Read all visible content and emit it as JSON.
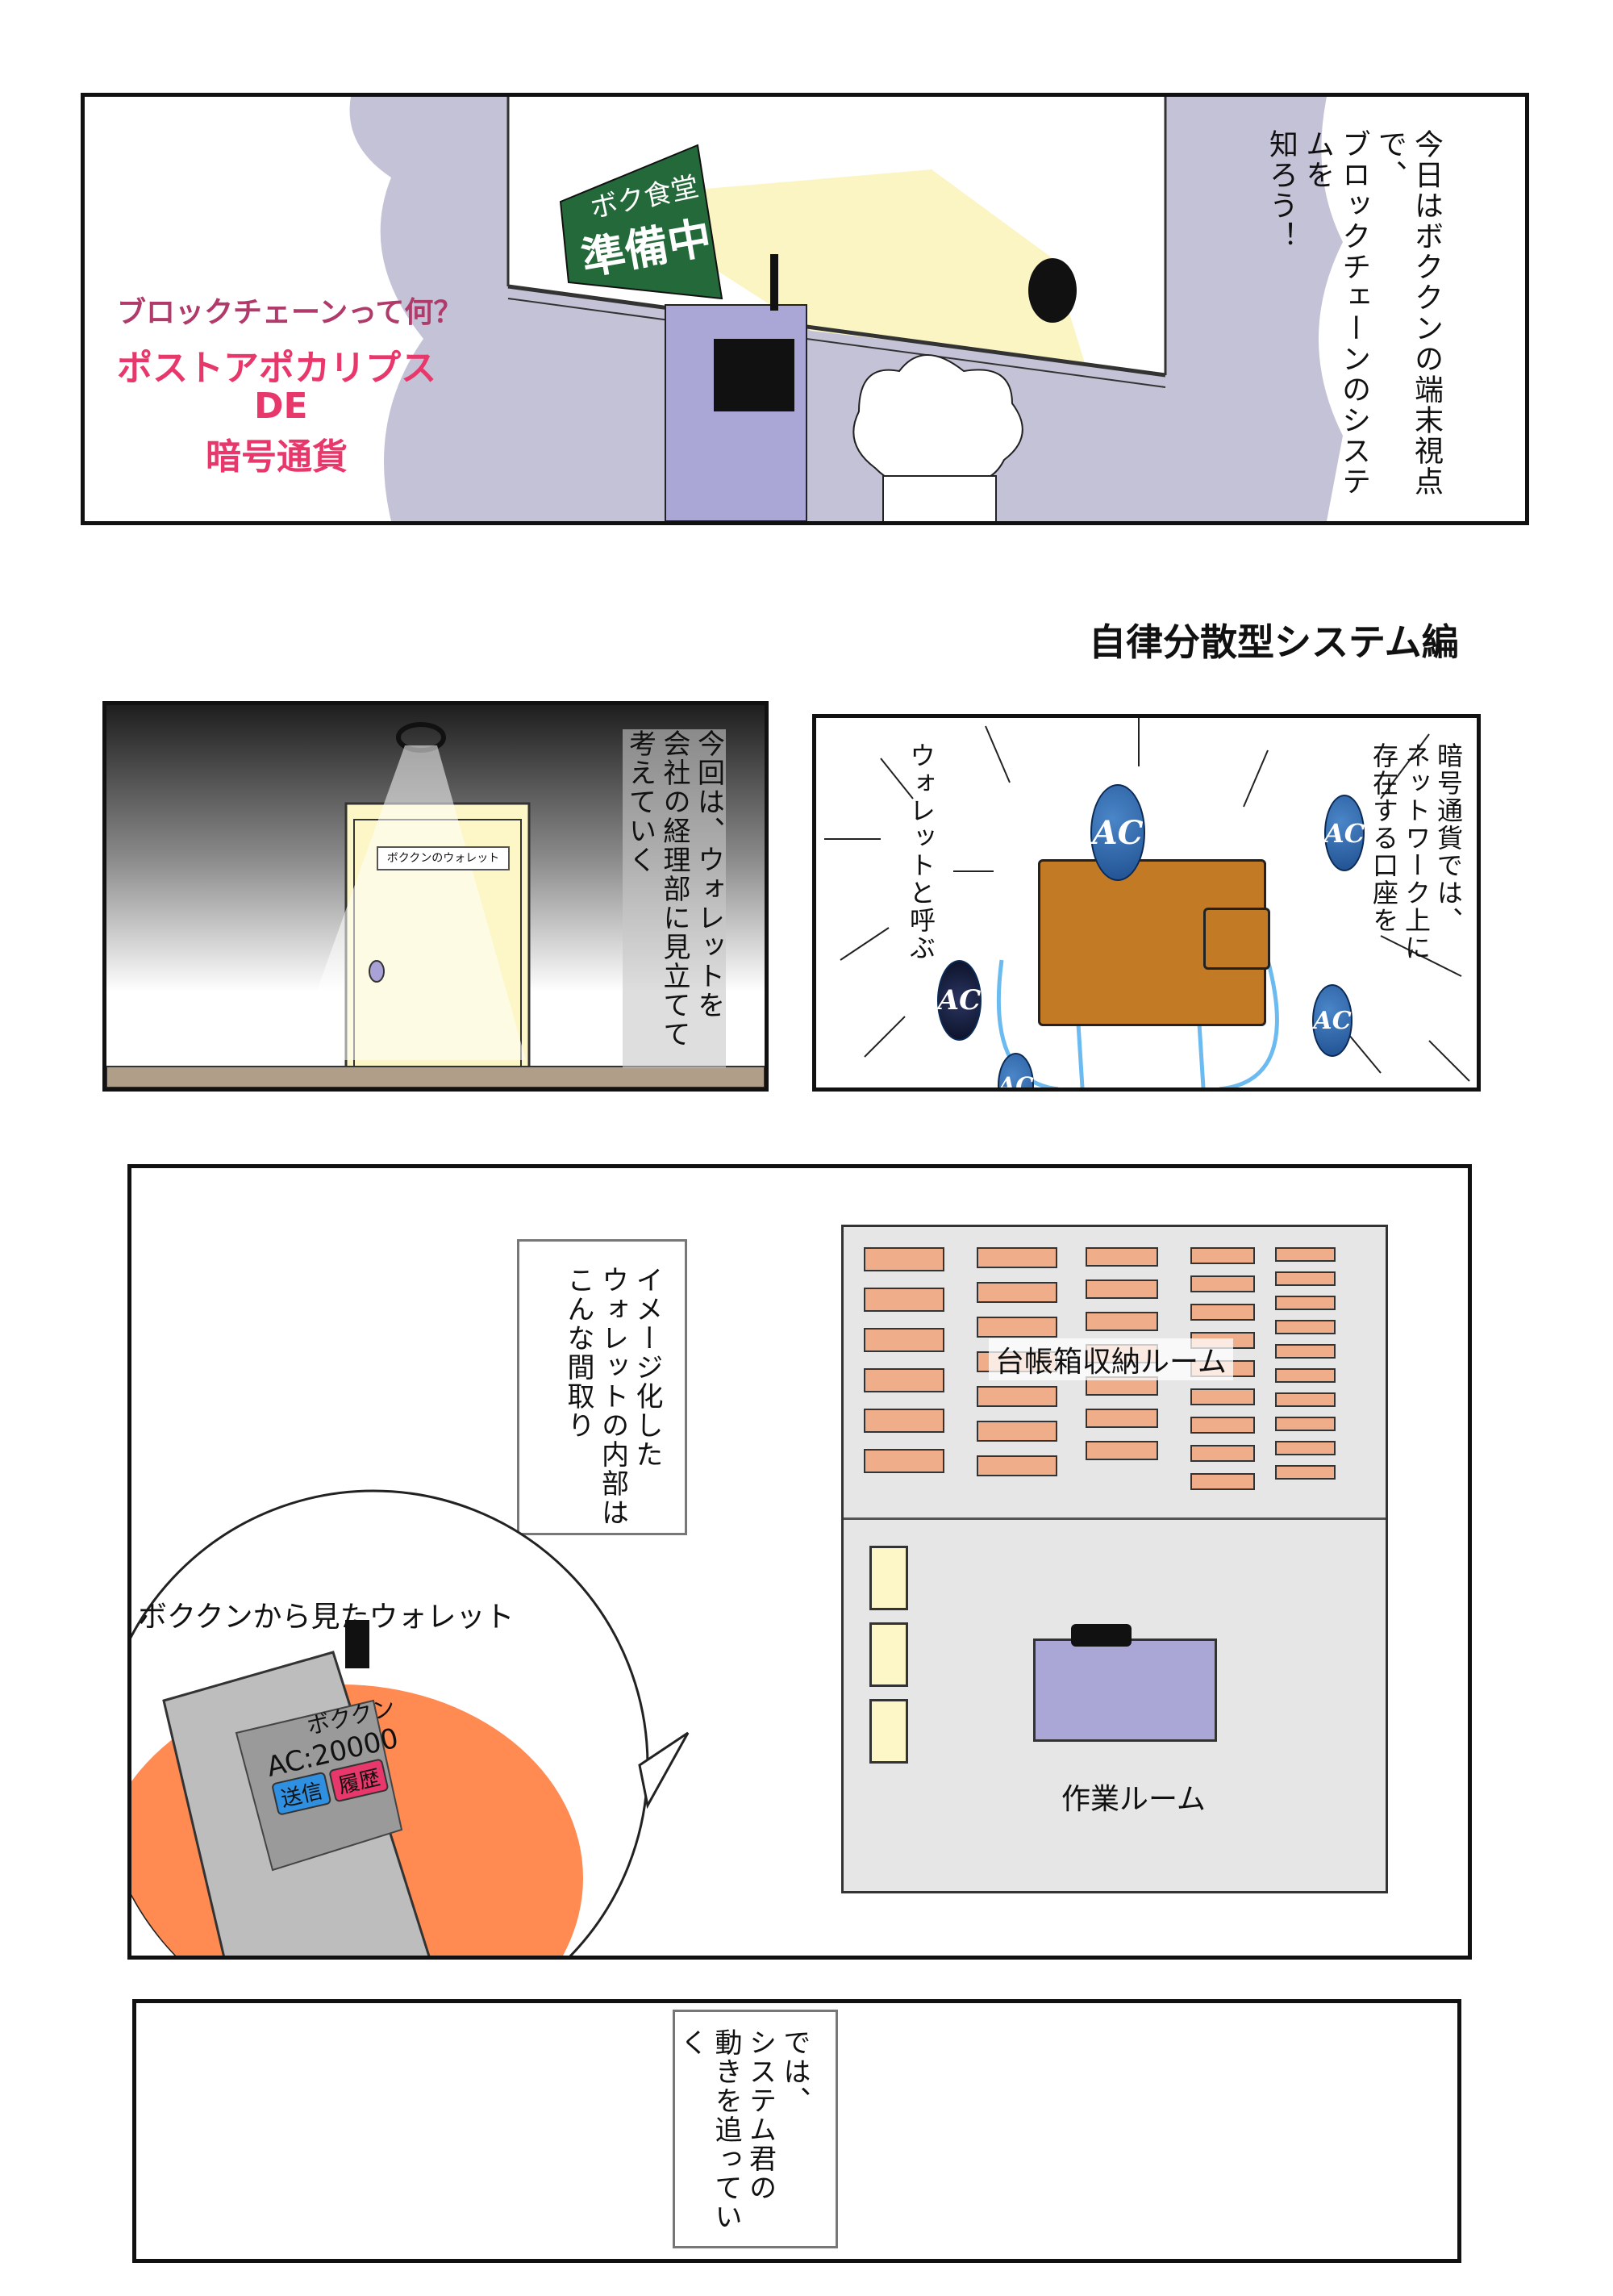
{
  "panel1": {
    "narration": "今日はボククンの端末視点で、ブロックチェーンのシステムを知ろう！",
    "narration_lines": [
      "今日はボククンの端末視点で、",
      "ブロックチェーンのシステムを",
      "知ろう！"
    ],
    "subtitle": "ブロックチェーンって何？",
    "title_line1": "ポストアポカリプス",
    "title_line2": "DE",
    "title_line3": "暗号通貨",
    "sign_top": "ボク食堂",
    "sign_main": "準備中",
    "colors": {
      "subtitle": "#b03a6a",
      "title": "#e8376a",
      "wall": "#c4c2d6",
      "sign": "#24693a",
      "device": "#aaa6d6"
    }
  },
  "episode_title": "自律分散型システム編",
  "panel2": {
    "narration_lines": [
      "今回は、ウォレットを",
      "会社の経理部に見立てて",
      "考えていく"
    ],
    "door_sign": "ボククンのウォレット"
  },
  "panel3": {
    "narration_right": [
      "暗号通貨では、",
      "ネットワーク上に",
      "存在する口座を"
    ],
    "narration_left": "ウォレットと呼ぶ",
    "coin_label": "AC",
    "colors": {
      "wallet": "#c27a25",
      "coin": "#2f68ad"
    }
  },
  "panel4": {
    "caption_lines": [
      "イメージ化した",
      "ウォレットの内部は",
      "こんな間取り"
    ],
    "room_storage": "台帳箱収納ルーム",
    "room_work": "作業ルーム",
    "bubble_label": "ボククンから見たウォレット",
    "device": {
      "name": "ボククン",
      "balance": "AC:20000",
      "send_button": "送信",
      "history_button": "履歴"
    }
  },
  "panel5": {
    "caption_lines": [
      "では、",
      "システム君の",
      "動きを追っていく"
    ]
  }
}
